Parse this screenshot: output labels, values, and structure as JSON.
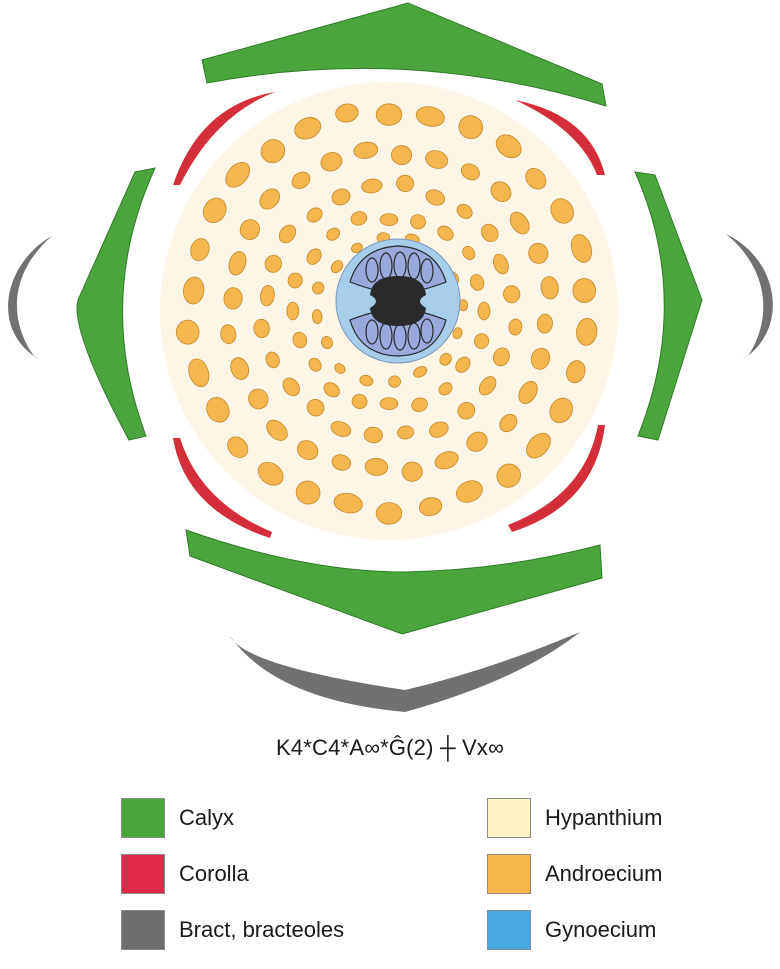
{
  "formula": "K4*C4*A∞*Ĝ(2) ┼ Vx∞",
  "colors": {
    "calyx": "#4aa63c",
    "corolla": "#d42e3a",
    "bract": "#717171",
    "hypanthium": "#fdf5e6",
    "androecium": "#f5b64f",
    "gynoecium": "#a8cde8",
    "ovary_locule": "#9aa9db",
    "ovule": "#2a2a2a"
  },
  "legend": [
    {
      "key": "calyx",
      "label": "Calyx",
      "color": "#4aa63c"
    },
    {
      "key": "corolla",
      "label": "Corolla",
      "color": "#e0294a"
    },
    {
      "key": "bract",
      "label": "Bract, bracteoles",
      "color": "#6e6e6e"
    },
    {
      "key": "hypanthium",
      "label": "Hypanthium",
      "color": "#fff4c8"
    },
    {
      "key": "androecium",
      "label": "Androecium",
      "color": "#f6b649"
    },
    {
      "key": "gynoecium",
      "label": "Gynoecium",
      "color": "#4aa8e0"
    }
  ]
}
